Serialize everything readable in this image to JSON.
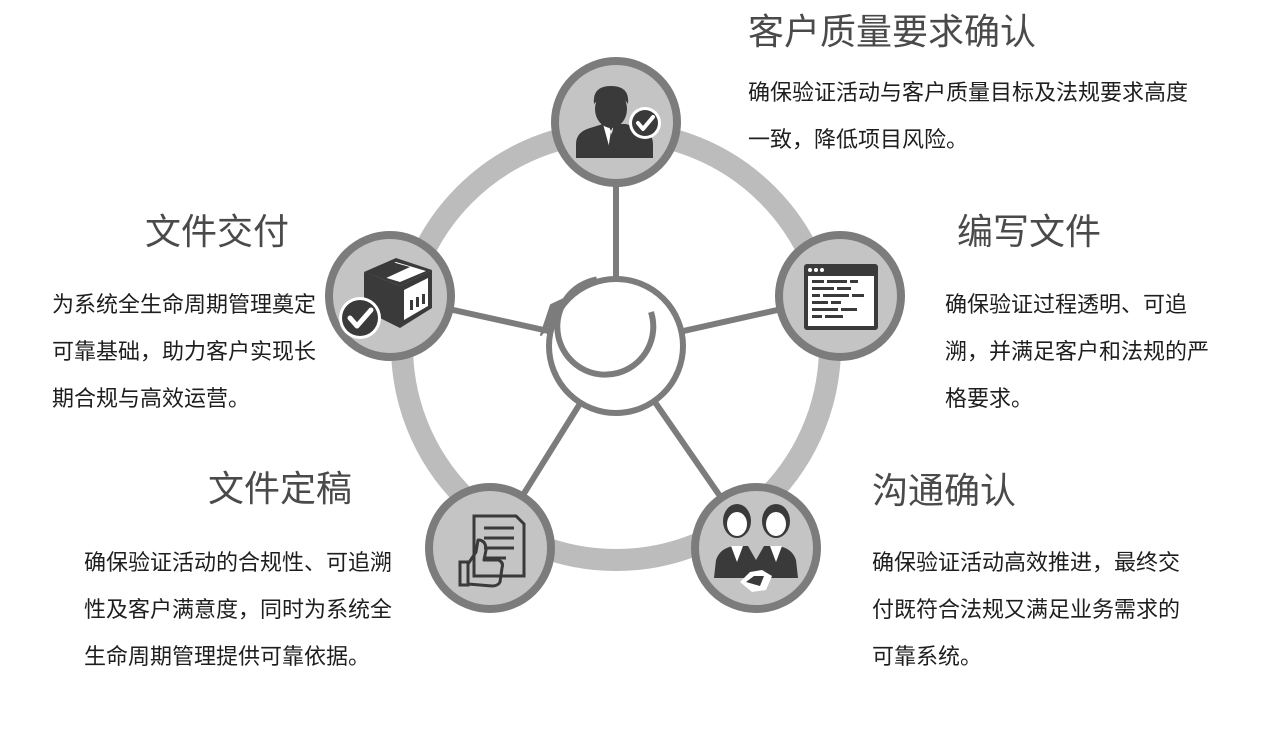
{
  "colors": {
    "ring": "#bcbcbc",
    "node_outline": "#7c7c7c",
    "node_fill": "#c4c4c4",
    "connector": "#7c7c7c",
    "icon": "#3a3a3a",
    "icon_light": "#ffffff",
    "title_text": "#4a4a4a",
    "body_text": "#1e1e1e"
  },
  "center": {
    "arrow": "circular-cycle-arrow"
  },
  "steps": [
    {
      "title": "客户质量要求确认",
      "description": "确保验证活动与客户质量目标及法规要求高度一致，降低项目风险。",
      "icon": "user-check-icon"
    },
    {
      "title": "编写文件",
      "description": "确保验证过程透明、可追溯，并满足客户和法规的严格要求。",
      "icon": "code-document-icon"
    },
    {
      "title": "沟通确认",
      "description": "确保验证活动高效推进，最终交付既符合法规又满足业务需求的可靠系统。",
      "icon": "handshake-icon"
    },
    {
      "title": "文件定稿",
      "description": "确保验证活动的合规性、可追溯性及客户满意度，同时为系统全生命周期管理提供可靠依据。",
      "icon": "document-thumbs-up-icon"
    },
    {
      "title": "文件交付",
      "description": "为系统全生命周期管理奠定可靠基础，助力客户实现长期合规与高效运营。",
      "icon": "package-check-icon"
    }
  ]
}
